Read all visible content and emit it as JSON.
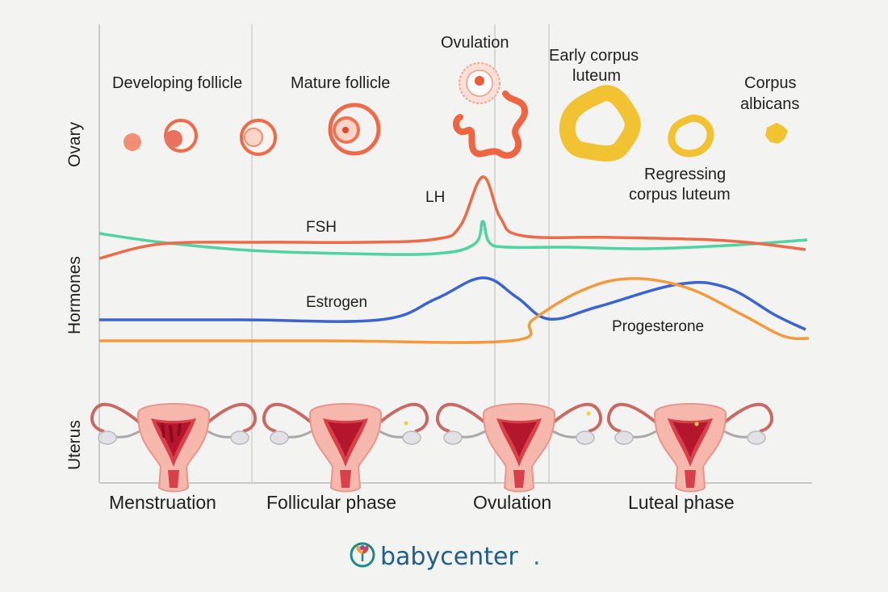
{
  "row_labels": {
    "ovary": "Ovary",
    "hormones": "Hormones",
    "uterus": "Uterus"
  },
  "ovary_stages": {
    "developing_follicle": "Developing follicle",
    "mature_follicle": "Mature follicle",
    "ovulation": "Ovulation",
    "early_corpus_luteum": [
      "Early corpus",
      "luteum"
    ],
    "corpus_albicans": [
      "Corpus",
      "albicans"
    ],
    "regressing_corpus_luteum": [
      "Regressing",
      "corpus luteum"
    ]
  },
  "hormones": {
    "lh": "LH",
    "fsh": "FSH",
    "estrogen": "Estrogen",
    "progesterone": "Progesterone"
  },
  "phases": [
    "Menstruation",
    "Follicular phase",
    "Ovulation",
    "Luteal phase"
  ],
  "brand": {
    "name": "babycenter",
    "trademark": "."
  },
  "colors": {
    "background": "#f3f3f2",
    "follicle": "#ef6a48",
    "corpus_luteum": "#f1c232",
    "lh": "#ee6a46",
    "fsh": "#4fd3a0",
    "estrogen": "#3b64cf",
    "progesterone": "#f59a3a",
    "uterus_pink": "#f2a39a",
    "uterus_red": "#b4162e",
    "brand_teal": "#1a8a8a",
    "grid": "#c9c9c9"
  }
}
